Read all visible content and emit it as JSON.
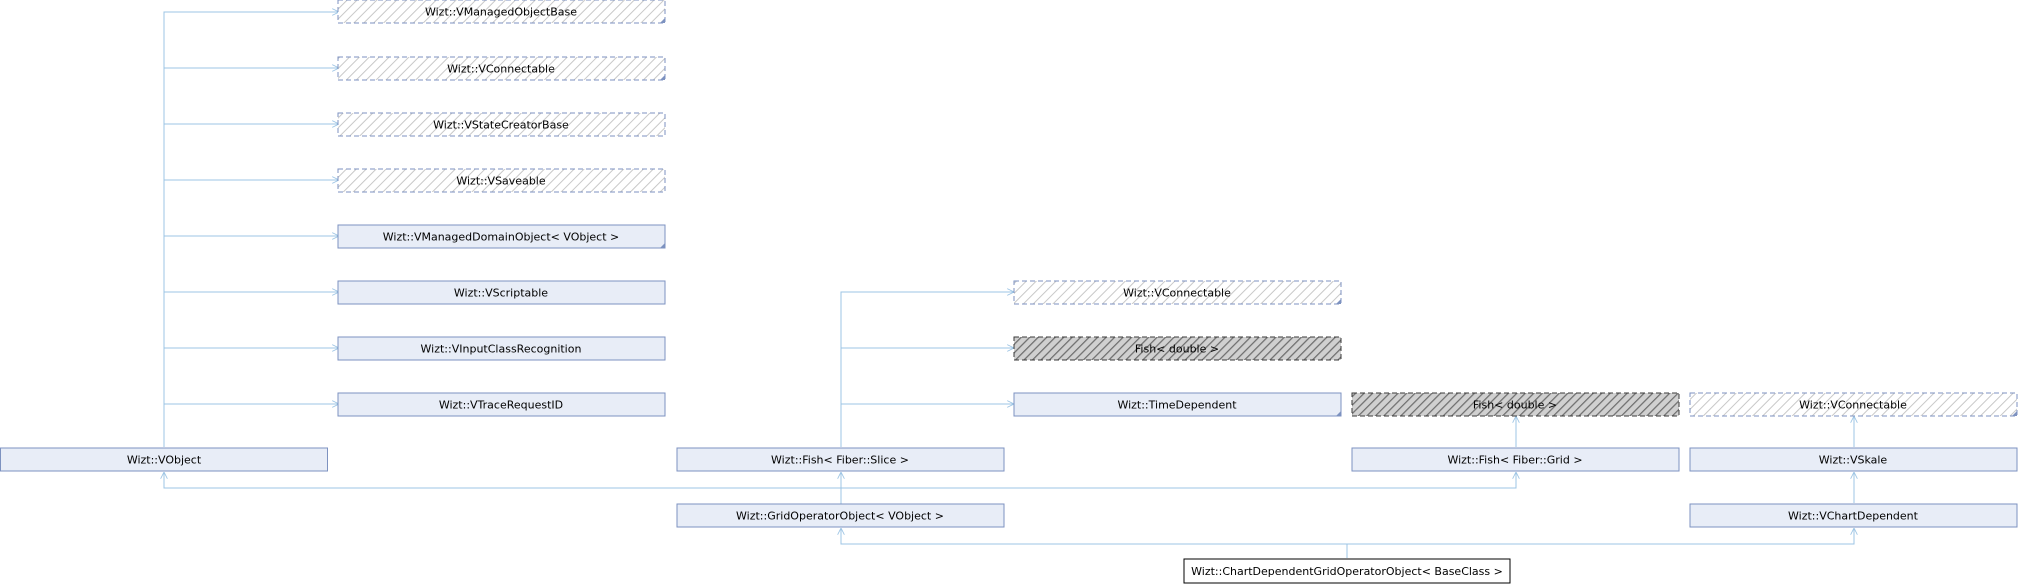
{
  "diagram": {
    "colors": {
      "edge": "#9cc4e4",
      "normal_fill": "#e8edf7",
      "normal_stroke": "#7d92c0",
      "hatch_light_stroke": "#a0a0a0",
      "hatch_dark_stroke": "#3a3a3a",
      "focus_stroke": "#000000",
      "corner": "#7d92c0"
    },
    "nodes": [
      {
        "id": "n-vmanagedobjectbase",
        "label": "Wizt::VManagedObjectBase",
        "style": "hatch-light",
        "corner": true
      },
      {
        "id": "n-vconnectable-top",
        "label": "Wizt::VConnectable",
        "style": "hatch-light",
        "corner": true
      },
      {
        "id": "n-vstatecreatorbase",
        "label": "Wizt::VStateCreatorBase",
        "style": "hatch-light",
        "corner": false
      },
      {
        "id": "n-vsaveable",
        "label": "Wizt::VSaveable",
        "style": "hatch-light",
        "corner": false
      },
      {
        "id": "n-vmanageddomainobject",
        "label": "Wizt::VManagedDomainObject< VObject >",
        "style": "normal",
        "corner": true
      },
      {
        "id": "n-vscriptable",
        "label": "Wizt::VScriptable",
        "style": "normal",
        "corner": false
      },
      {
        "id": "n-vinputclassrecognition",
        "label": "Wizt::VInputClassRecognition",
        "style": "normal",
        "corner": false
      },
      {
        "id": "n-vtracerequestid",
        "label": "Wizt::VTraceRequestID",
        "style": "normal",
        "corner": false
      },
      {
        "id": "n-vobject",
        "label": "Wizt::VObject",
        "style": "normal",
        "corner": false
      },
      {
        "id": "n-vconnectable-mid",
        "label": "Wizt::VConnectable",
        "style": "hatch-light",
        "corner": true
      },
      {
        "id": "n-fish-double-1",
        "label": "Fish< double >",
        "style": "hatch-dark",
        "corner": false
      },
      {
        "id": "n-timedependent",
        "label": "Wizt::TimeDependent",
        "style": "normal",
        "corner": true
      },
      {
        "id": "n-fish-double-2",
        "label": "Fish< double >",
        "style": "hatch-dark",
        "corner": false
      },
      {
        "id": "n-vconnectable-right",
        "label": "Wizt::VConnectable",
        "style": "hatch-light",
        "corner": true
      },
      {
        "id": "n-fish-slice",
        "label": "Wizt::Fish< Fiber::Slice >",
        "style": "normal",
        "corner": false
      },
      {
        "id": "n-fish-grid",
        "label": "Wizt::Fish< Fiber::Grid >",
        "style": "normal",
        "corner": false
      },
      {
        "id": "n-vskale",
        "label": "Wizt::VSkale",
        "style": "normal",
        "corner": false
      },
      {
        "id": "n-gridoperatorobject",
        "label": "Wizt::GridOperatorObject< VObject >",
        "style": "normal",
        "corner": false
      },
      {
        "id": "n-vchartdependent",
        "label": "Wizt::VChartDependent",
        "style": "normal",
        "corner": false
      },
      {
        "id": "n-chartdependentgridoperatorobject",
        "label": "Wizt::ChartDependentGridOperatorObject< BaseClass >",
        "style": "focus",
        "corner": false
      }
    ],
    "edges": [
      {
        "id": "e-vobject-vmanagedobjectbase",
        "from": "n-vobject",
        "to": "n-vmanagedobjectbase"
      },
      {
        "id": "e-vobject-vconnectable",
        "from": "n-vobject",
        "to": "n-vconnectable-top"
      },
      {
        "id": "e-vobject-vstatecreatorbase",
        "from": "n-vobject",
        "to": "n-vstatecreatorbase"
      },
      {
        "id": "e-vobject-vsaveable",
        "from": "n-vobject",
        "to": "n-vsaveable"
      },
      {
        "id": "e-vobject-vmanageddomainobject",
        "from": "n-vobject",
        "to": "n-vmanageddomainobject"
      },
      {
        "id": "e-vobject-vscriptable",
        "from": "n-vobject",
        "to": "n-vscriptable"
      },
      {
        "id": "e-vobject-vinputclassrecognition",
        "from": "n-vobject",
        "to": "n-vinputclassrecognition"
      },
      {
        "id": "e-vobject-vtracerequestid",
        "from": "n-vobject",
        "to": "n-vtracerequestid"
      },
      {
        "id": "e-fishslice-vconnectable",
        "from": "n-fish-slice",
        "to": "n-vconnectable-mid"
      },
      {
        "id": "e-fishslice-fishdouble",
        "from": "n-fish-slice",
        "to": "n-fish-double-1"
      },
      {
        "id": "e-fishslice-timedependent",
        "from": "n-fish-slice",
        "to": "n-timedependent"
      },
      {
        "id": "e-fishgrid-fishdouble",
        "from": "n-fish-grid",
        "to": "n-fish-double-2"
      },
      {
        "id": "e-vskale-vconnectable",
        "from": "n-vskale",
        "to": "n-vconnectable-right"
      },
      {
        "id": "e-gridop-vobject",
        "from": "n-gridoperatorobject",
        "to": "n-vobject"
      },
      {
        "id": "e-gridop-fishslice",
        "from": "n-gridoperatorobject",
        "to": "n-fish-slice"
      },
      {
        "id": "e-gridop-fishgrid",
        "from": "n-gridoperatorobject",
        "to": "n-fish-grid"
      },
      {
        "id": "e-vchartdependent-vskale",
        "from": "n-vchartdependent",
        "to": "n-vskale"
      },
      {
        "id": "e-chartdep-gridop",
        "from": "n-chartdependentgridoperatorobject",
        "to": "n-gridoperatorobject"
      },
      {
        "id": "e-chartdep-vchartdependent",
        "from": "n-chartdependentgridoperatorobject",
        "to": "n-vchartdependent"
      }
    ]
  }
}
